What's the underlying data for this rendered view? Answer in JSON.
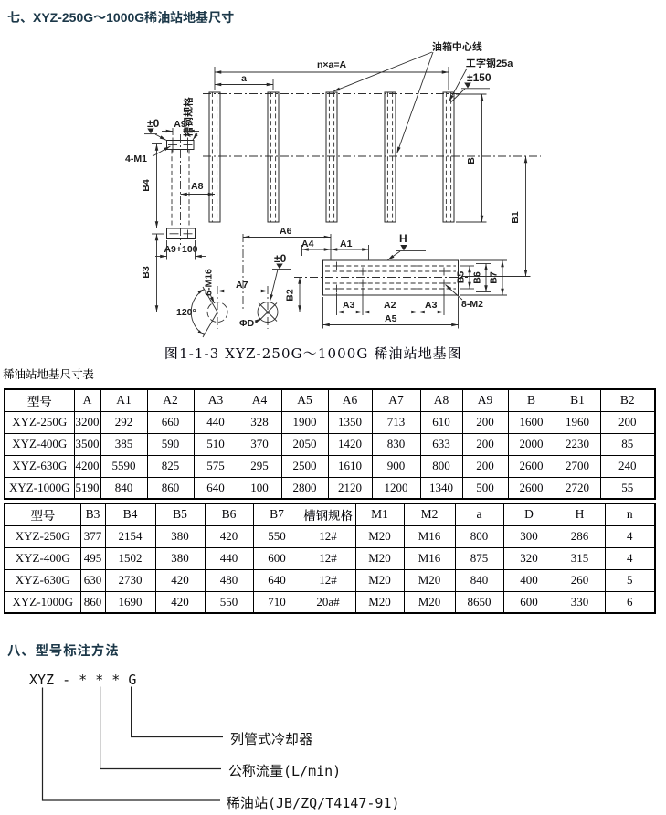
{
  "page": {
    "background": "#ffffff",
    "heading_color": "#1c3849",
    "line_color": "#262626"
  },
  "section7": {
    "heading": "七、XYZ-250G～1000G稀油站地基尺寸"
  },
  "diagram": {
    "caption": "图1-1-3 XYZ-250G～1000G 稀油站地基图",
    "labels": {
      "nxa": "n×a=A",
      "a": "a",
      "tank_centerline": "油箱中心线",
      "ibeam": "工字钢25a",
      "pm150": "±150",
      "channel_spec": "槽钢规格",
      "pm0": "±0",
      "a9": "A9",
      "m1": "4-M1",
      "b4": "B4",
      "a8": "A8",
      "a9p100": "A9+100",
      "b3": "B3",
      "m16": "6-M16",
      "deg120": "120°",
      "a7": "A7",
      "phid": "ΦD",
      "b2": "B2",
      "b": "B",
      "b1": "B1",
      "a6": "A6",
      "a4": "A4",
      "a1": "A1",
      "h": "H",
      "m2": "8-M2",
      "b5": "B5",
      "b6": "B6",
      "b7": "B7",
      "a3": "A3",
      "a2": "A2",
      "a5": "A5"
    }
  },
  "tables": {
    "label": "稀油站地基尺寸表",
    "table1": {
      "headers": [
        "型号",
        "A",
        "A1",
        "A2",
        "A3",
        "A4",
        "A5",
        "A6",
        "A7",
        "A8",
        "A9",
        "B",
        "B1",
        "B2"
      ],
      "rows": [
        [
          "XYZ-250G",
          "3200",
          "292",
          "660",
          "440",
          "328",
          "1900",
          "1350",
          "713",
          "610",
          "200",
          "1600",
          "1960",
          "200"
        ],
        [
          "XYZ-400G",
          "3500",
          "385",
          "590",
          "510",
          "370",
          "2050",
          "1420",
          "830",
          "633",
          "200",
          "2000",
          "2230",
          "85"
        ],
        [
          "XYZ-630G",
          "4200",
          "5590",
          "825",
          "575",
          "295",
          "2500",
          "1610",
          "900",
          "800",
          "200",
          "2600",
          "2700",
          "240"
        ],
        [
          "XYZ-1000G",
          "5190",
          "840",
          "860",
          "640",
          "100",
          "2800",
          "2120",
          "1200",
          "1340",
          "500",
          "2600",
          "2720",
          "55"
        ]
      ]
    },
    "table2": {
      "headers": [
        "型号",
        "B3",
        "B4",
        "B5",
        "B6",
        "B7",
        "槽钢规格",
        "M1",
        "M2",
        "a",
        "D",
        "H",
        "n"
      ],
      "rows": [
        [
          "XYZ-250G",
          "377",
          "2154",
          "380",
          "420",
          "550",
          "12#",
          "M20",
          "M16",
          "800",
          "300",
          "286",
          "4"
        ],
        [
          "XYZ-400G",
          "495",
          "1502",
          "380",
          "440",
          "600",
          "12#",
          "M20",
          "M16",
          "875",
          "320",
          "315",
          "4"
        ],
        [
          "XYZ-630G",
          "630",
          "2730",
          "420",
          "480",
          "640",
          "12#",
          "M20",
          "M20",
          "840",
          "400",
          "260",
          "5"
        ],
        [
          "XYZ-1000G",
          "860",
          "1690",
          "420",
          "550",
          "710",
          "20a#",
          "M20",
          "M20",
          "8650",
          "600",
          "330",
          "6"
        ]
      ]
    }
  },
  "section8": {
    "heading": "八、型号标注方法",
    "model_code": "XYZ - * * * G",
    "callouts": {
      "cooler": "列管式冷却器",
      "flow": "公称流量(L/min)",
      "station": "稀油站(JB/ZQ/T4147-91)"
    }
  }
}
